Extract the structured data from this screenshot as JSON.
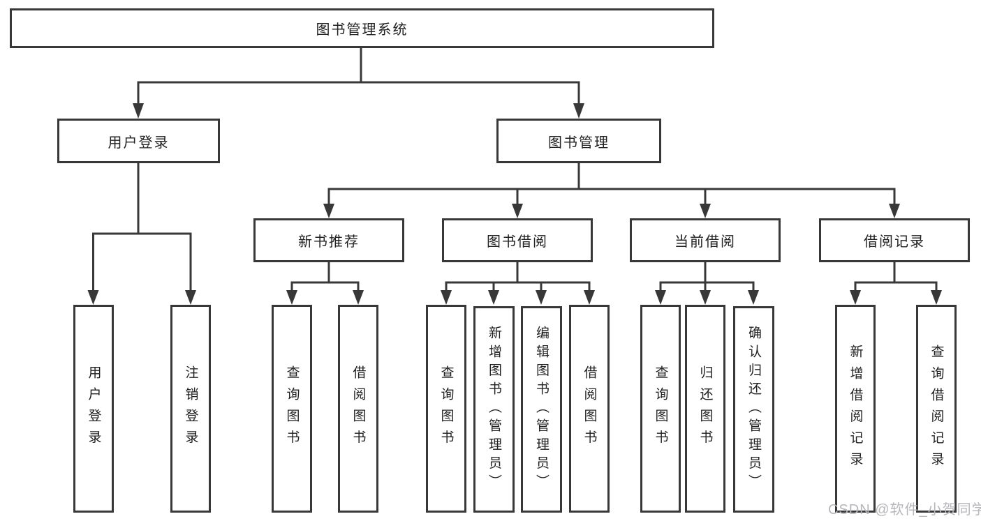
{
  "tree": {
    "label": "图书管理系统",
    "children": [
      {
        "label": "用户登录",
        "children": [
          {
            "label": "用户登录"
          },
          {
            "label": "注销登录"
          }
        ]
      },
      {
        "label": "图书管理",
        "children": [
          {
            "label": "新书推荐",
            "children": [
              {
                "label": "查询图书"
              },
              {
                "label": "借阅图书"
              }
            ]
          },
          {
            "label": "图书借阅",
            "children": [
              {
                "label": "查询图书"
              },
              {
                "label": "新增图书（管理员）"
              },
              {
                "label": "编辑图书（管理员）"
              },
              {
                "label": "借阅图书"
              }
            ]
          },
          {
            "label": "当前借阅",
            "children": [
              {
                "label": "查询图书"
              },
              {
                "label": "归还图书"
              },
              {
                "label": "确认归还（管理员）"
              }
            ]
          },
          {
            "label": "借阅记录",
            "children": [
              {
                "label": "新增借阅记录"
              },
              {
                "label": "查询借阅记录"
              }
            ]
          }
        ]
      }
    ]
  },
  "watermark": {
    "text": "CSDN @软件_小贺同学"
  },
  "colors": {
    "line": "#383838",
    "text": "#212121",
    "background": "#ffffff",
    "watermark": "#b6b6bb"
  }
}
